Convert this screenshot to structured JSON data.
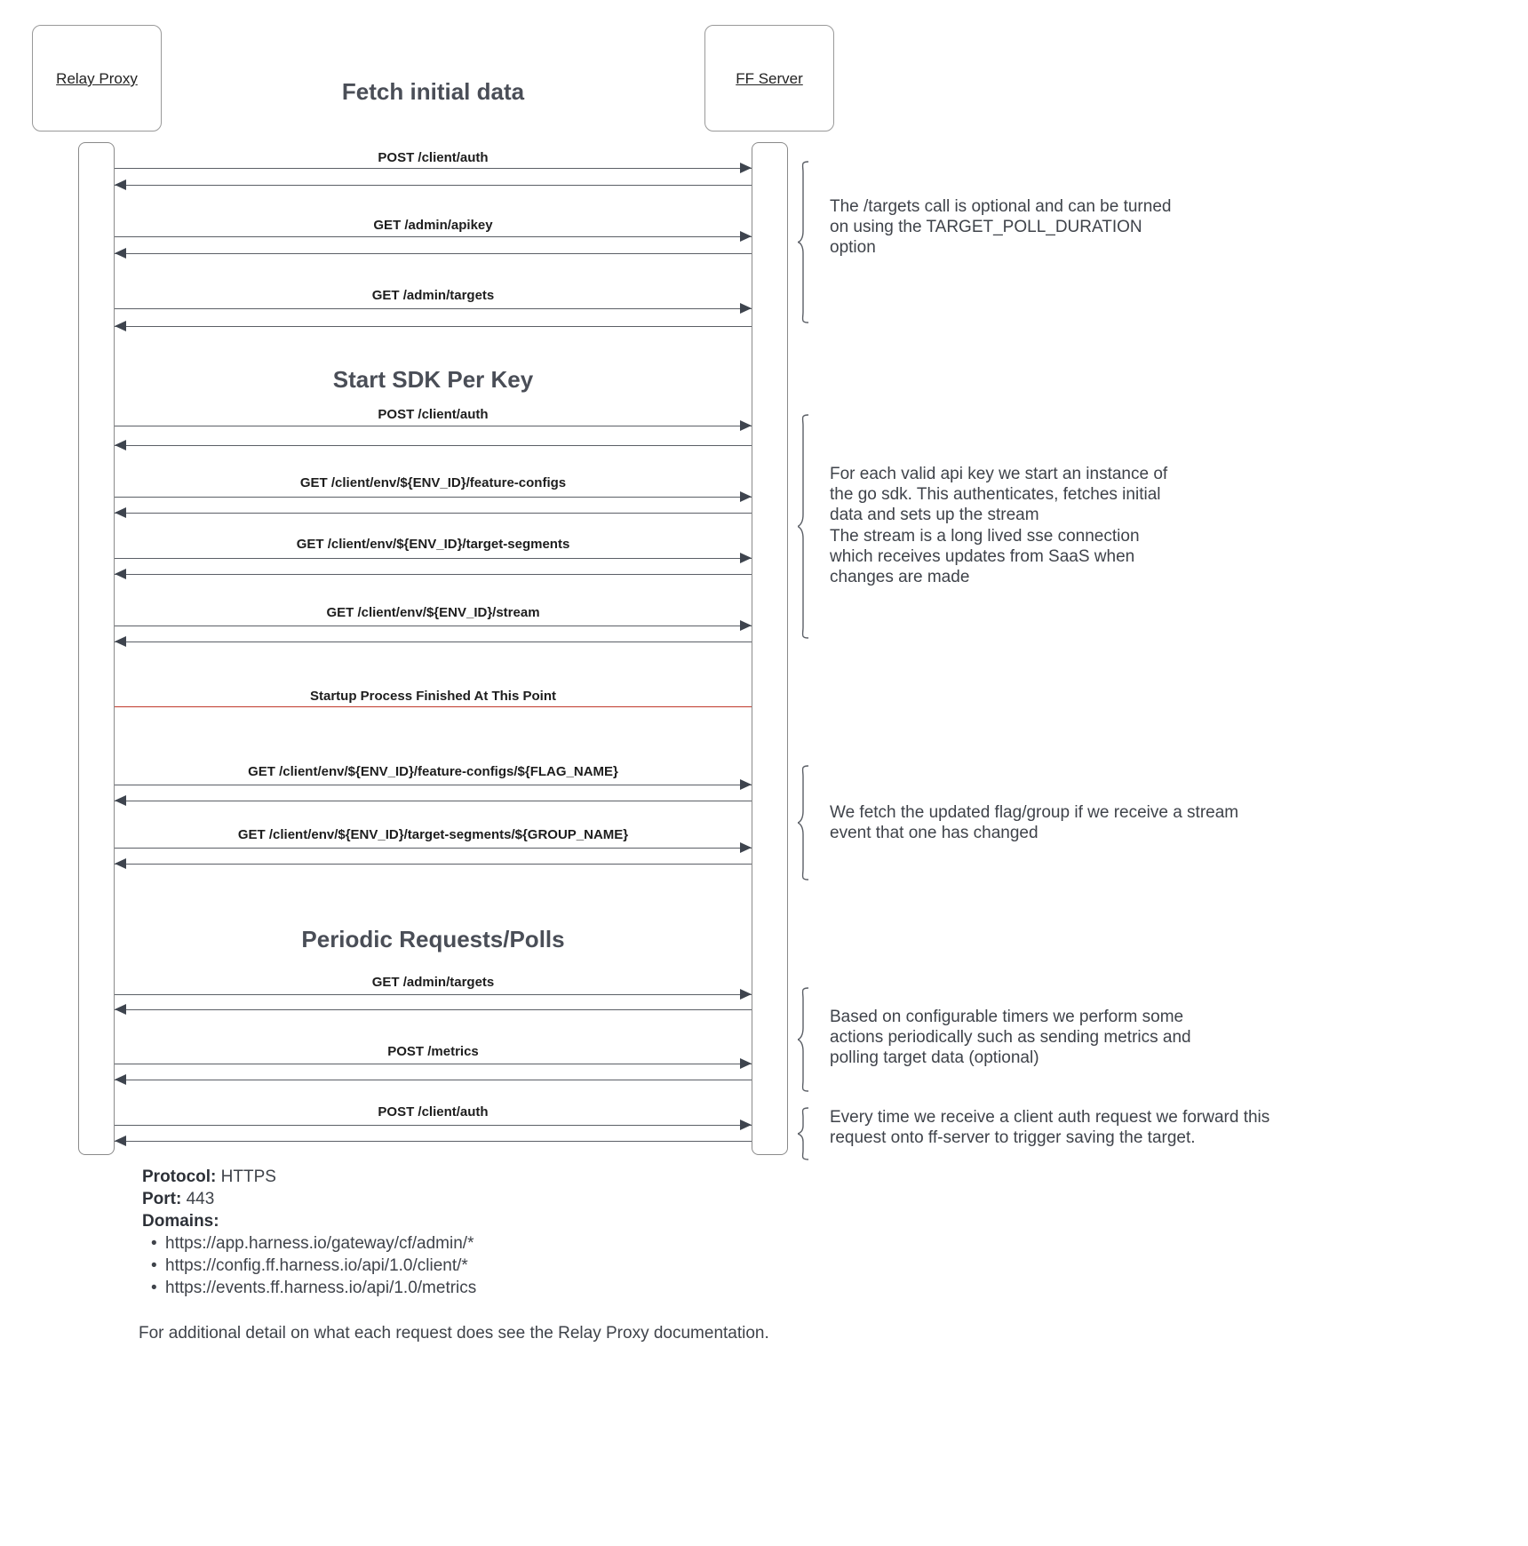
{
  "diagram": {
    "participants": [
      {
        "name": "Relay Proxy"
      },
      {
        "name": "FF Server"
      }
    ],
    "sections": [
      {
        "title": "Fetch initial data"
      },
      {
        "title": "Start SDK Per Key"
      },
      {
        "title": "Periodic Requests/Polls"
      }
    ],
    "messages": [
      {
        "label": "POST /client/auth"
      },
      {
        "label": "GET /admin/apikey"
      },
      {
        "label": "GET /admin/targets"
      },
      {
        "label": "POST /client/auth"
      },
      {
        "label": "GET /client/env/${ENV_ID}/feature-configs"
      },
      {
        "label": "GET /client/env/${ENV_ID}/target-segments"
      },
      {
        "label": "GET /client/env/${ENV_ID}/stream"
      },
      {
        "label": "GET /client/env/${ENV_ID}/feature-configs/${FLAG_NAME}"
      },
      {
        "label": "GET /client/env/${ENV_ID}/target-segments/${GROUP_NAME}"
      },
      {
        "label": "GET /admin/targets"
      },
      {
        "label": "POST /metrics"
      },
      {
        "label": "POST /client/auth"
      }
    ],
    "divider": {
      "label": "Startup Process Finished At This Point",
      "color": "#c0392b"
    },
    "notes": [
      {
        "text": "The /targets call is optional and can be turned\non using the TARGET_POLL_DURATION\noption"
      },
      {
        "text": "For each valid api key we start an instance of\nthe go sdk. This authenticates, fetches initial\ndata and sets up the stream\nThe stream is a long lived sse connection\nwhich receives updates from SaaS when\nchanges are made"
      },
      {
        "text": "We fetch the updated flag/group if we receive a stream\nevent that one has changed"
      },
      {
        "text": "Based on configurable timers we perform some\nactions periodically such as sending metrics and\npolling target data (optional)"
      },
      {
        "text": "Every time we receive a client auth request we forward this\nrequest onto ff-server to trigger saving the target."
      }
    ]
  },
  "footer": {
    "protocol_key": "Protocol:",
    "protocol_value": "HTTPS",
    "port_key": "Port:",
    "port_value": "443",
    "domains_key": "Domains:",
    "domains": [
      "https://app.harness.io/gateway/cf/admin/*",
      "https://config.ff.harness.io/api/1.0/client/*",
      "https://events.ff.harness.io/api/1.0/metrics"
    ],
    "footnote": "For additional detail on what each request does see the Relay Proxy documentation."
  }
}
